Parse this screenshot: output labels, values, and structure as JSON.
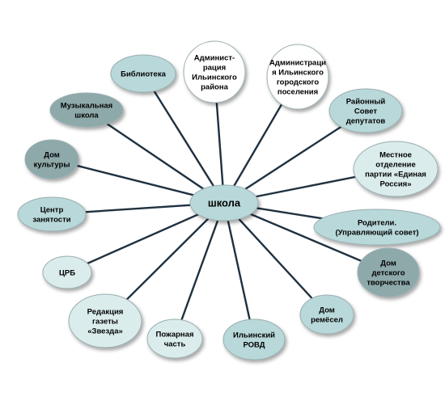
{
  "center": {
    "label": "школа",
    "color": "#b9d8da"
  },
  "nodes": [
    {
      "id": "library",
      "lines": [
        "Библиотека"
      ],
      "color": "#b9d8da"
    },
    {
      "id": "district-admin",
      "lines": [
        "Админист-",
        "рация",
        "Ильинского",
        "района"
      ],
      "color": "#ffffff"
    },
    {
      "id": "town-admin",
      "lines": [
        "Администраци",
        "я Ильинского",
        "городского",
        "поселения"
      ],
      "color": "#ffffff"
    },
    {
      "id": "deputies",
      "lines": [
        "Районный",
        "Совет",
        "депутатов"
      ],
      "color": "#b9d8da"
    },
    {
      "id": "party",
      "lines": [
        "Местное",
        "отделение",
        "партии «Единая",
        "Россия»"
      ],
      "color": "#dbeced"
    },
    {
      "id": "parents",
      "lines": [
        "Родители.",
        "(Управляющий совет)"
      ],
      "color": "#b9d8da"
    },
    {
      "id": "children-house",
      "lines": [
        "Дом",
        "детского",
        "творчества"
      ],
      "color": "#8ea9aa"
    },
    {
      "id": "crafts-house",
      "lines": [
        "Дом",
        "ремёсел"
      ],
      "color": "#b9d8da"
    },
    {
      "id": "police",
      "lines": [
        "Ильинский",
        "РОВД"
      ],
      "color": "#b9d8da"
    },
    {
      "id": "fire",
      "lines": [
        "Пожарная",
        "часть"
      ],
      "color": "#dbeced"
    },
    {
      "id": "newspaper",
      "lines": [
        "Редакция",
        "газеты",
        "«Звезда»"
      ],
      "color": "#dbeced"
    },
    {
      "id": "hospital",
      "lines": [
        "ЦРБ"
      ],
      "color": "#dbeced"
    },
    {
      "id": "employment",
      "lines": [
        "Центр",
        "занятости"
      ],
      "color": "#b9d8da"
    },
    {
      "id": "culture-house",
      "lines": [
        "Дом",
        "культуры"
      ],
      "color": "#8ea9aa"
    },
    {
      "id": "music-school",
      "lines": [
        "Музыкальная",
        "школа"
      ],
      "color": "#8ea9aa"
    }
  ]
}
